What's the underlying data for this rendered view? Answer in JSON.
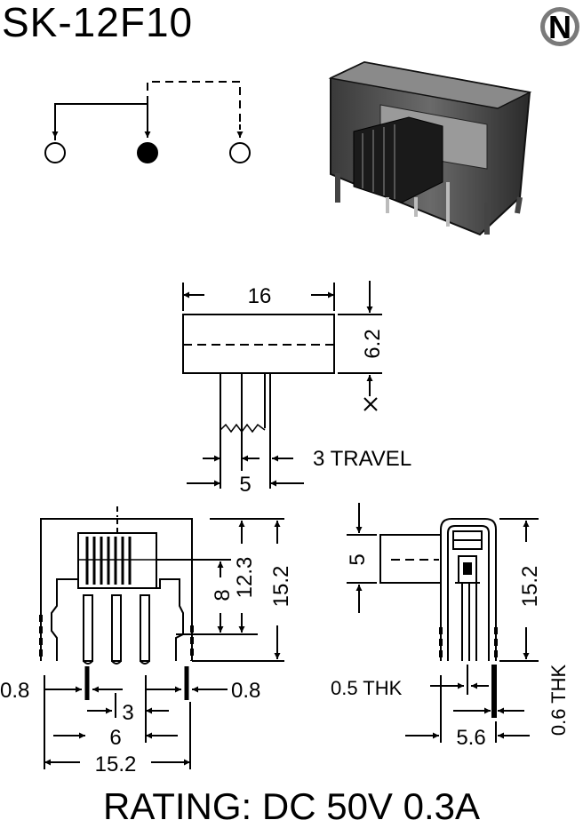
{
  "title": "SK-12F10",
  "logo_letter": "N",
  "rating": "RATING: DC 50V 0.3A",
  "top_view": {
    "width": "16",
    "height": "6.2",
    "travel": "3 TRAVEL",
    "pitch": "5"
  },
  "front_view": {
    "dim_12_3": "12.3",
    "dim_15_2": "15.2",
    "dim_8": "8",
    "dim_0_8_left": "0.8",
    "dim_0_8_right": "0.8",
    "dim_3": "3",
    "dim_6": "6",
    "dim_15_2_bottom": "15.2"
  },
  "side_view": {
    "dim_5": "5",
    "dim_15_2": "15.2",
    "thk_0_5": "0.5 THK",
    "thk_0_6": "0.6 THK",
    "dim_5_6": "5.6"
  }
}
